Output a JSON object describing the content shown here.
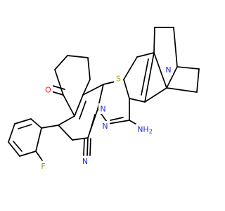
{
  "molecule": {
    "atom_labels": {
      "sulfur": "S",
      "nitrogen_bridgehead": "N",
      "nitrogen_ring_fused": "N",
      "nitrogen_imine": "N",
      "amine": "NH",
      "amine_subscript": "2",
      "ketone_oxygen": "O",
      "fluorine": "F",
      "nitrile_nitrogen": "N"
    },
    "colors": {
      "bond": "#000000",
      "sulfur": "#b5a400",
      "nitrogen": "#1f2fd8",
      "oxygen": "#e8191b",
      "fluorine": "#7fa22c"
    }
  }
}
